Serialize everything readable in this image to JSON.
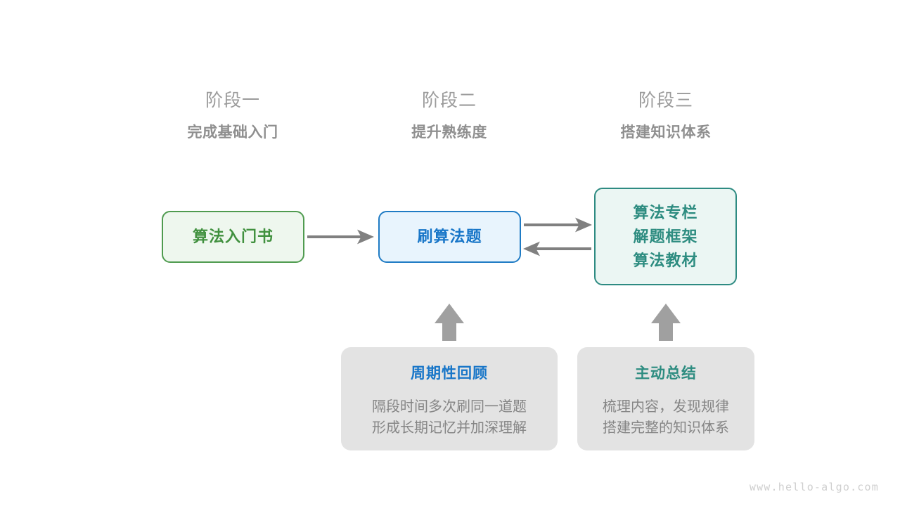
{
  "diagram": {
    "stages": [
      {
        "title": "阶段一",
        "subtitle": "完成基础入门"
      },
      {
        "title": "阶段二",
        "subtitle": "提升熟练度"
      },
      {
        "title": "阶段三",
        "subtitle": "搭建知识体系"
      }
    ],
    "nodes": {
      "intro_book": {
        "label": "算法入门书"
      },
      "practice": {
        "label": "刷算法题"
      },
      "knowledge": {
        "line1": "算法专栏",
        "line2": "解题框架",
        "line3": "算法教材"
      }
    },
    "tips": [
      {
        "title": "周期性回顾",
        "line1": "隔段时间多次刷同一道题",
        "line2": "形成长期记忆并加深理解"
      },
      {
        "title": "主动总结",
        "line1": "梳理内容，发现规律",
        "line2": "搭建完整的知识体系"
      }
    ],
    "connectors": [
      {
        "name": "intro-book-to-practice",
        "direction": "right"
      },
      {
        "name": "practice-to-knowledge",
        "direction": "right"
      },
      {
        "name": "knowledge-to-practice",
        "direction": "left"
      },
      {
        "name": "review-to-practice",
        "direction": "up"
      },
      {
        "name": "summary-to-knowledge",
        "direction": "up"
      }
    ],
    "watermark": "www.hello-algo.com",
    "colors": {
      "green": "#41913f",
      "green_border": "#4f9b4f",
      "green_fill": "#eef7ee",
      "blue": "#1876c8",
      "blue_border": "#1f7bc4",
      "blue_fill": "#e8f4fd",
      "teal": "#2d8c80",
      "teal_border": "#2e8b82",
      "teal_fill": "#ebf6f3",
      "gray_card": "#e3e3e3",
      "gray_text": "#858585",
      "arrow": "#808080",
      "watermark": "#cfcfcf"
    }
  }
}
